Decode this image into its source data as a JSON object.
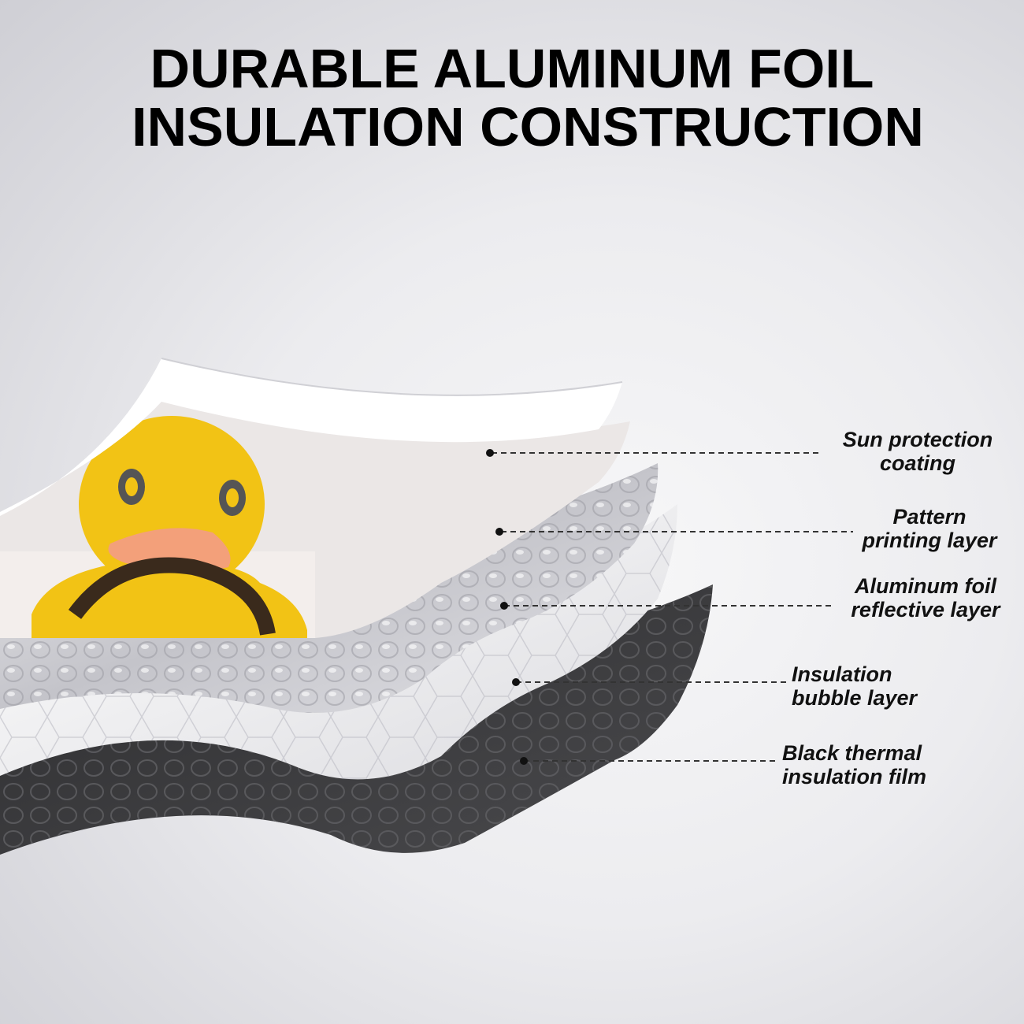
{
  "headline": {
    "line1": "DURABLE ALUMINUM FOIL",
    "line2": "INSULATION CONSTRUCTION"
  },
  "layers": [
    {
      "line1": "Sun protection",
      "line2": "coating"
    },
    {
      "line1": "Pattern",
      "line2": "printing layer"
    },
    {
      "line1": "Aluminum foil",
      "line2": "reflective layer"
    },
    {
      "line1": "Insulation",
      "line2": "bubble layer"
    },
    {
      "line1": "Black thermal",
      "line2": "insulation film"
    }
  ],
  "colors": {
    "headline": "#000000",
    "duck_body": "#f2c315",
    "duck_beak": "#f3a07a",
    "steering_wheel": "#3a2a1c",
    "black_film": "#3c3c3e",
    "foil": "#d2d2d6"
  }
}
